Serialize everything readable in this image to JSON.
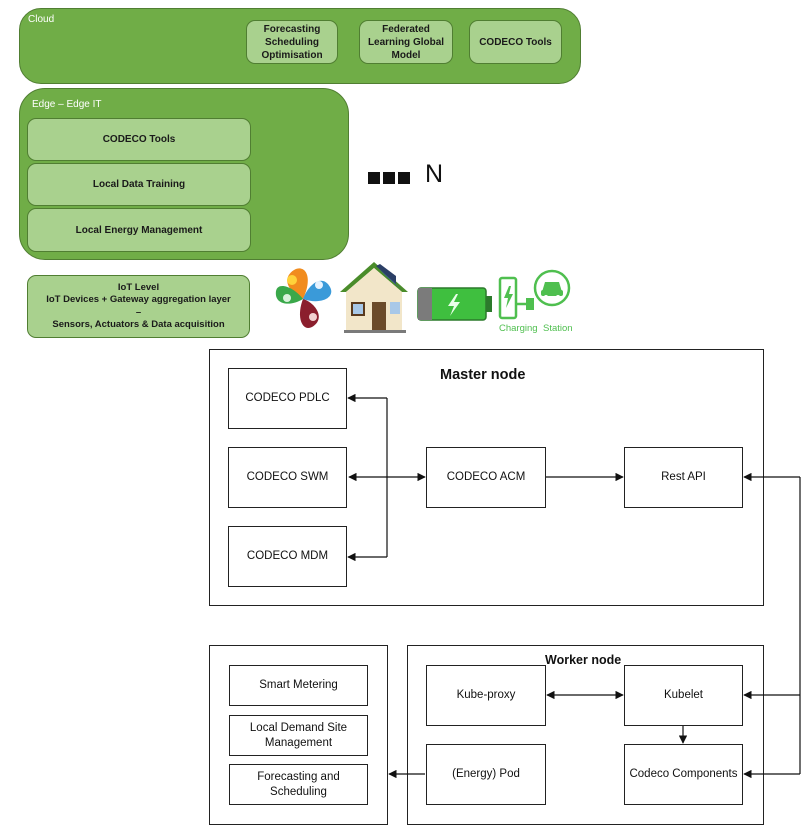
{
  "cloud": {
    "label": "Cloud",
    "boxes": [
      "Forecasting\nScheduling\nOptimisation",
      "Federated\nLearning Global\nModel",
      "CODECO Tools"
    ]
  },
  "edge": {
    "label": "Edge – Edge IT",
    "boxes": [
      "CODECO Tools",
      "Local Data Training",
      "Local Energy Management"
    ]
  },
  "ellipsis": {
    "text": "N"
  },
  "iot": {
    "line1": "IoT Level",
    "line2": "IoT Devices + Gateway aggregation layer",
    "line3": "–",
    "line4": "Sensors, Actuators & Data acquisition"
  },
  "icons": {
    "charging_label_1": "Charging",
    "charging_label_2": "Station"
  },
  "master": {
    "title": "Master node",
    "pdlc": "CODECO PDLC",
    "swm": "CODECO SWM",
    "mdm": "CODECO MDM",
    "acm": "CODECO ACM",
    "rest_api": "Rest API"
  },
  "worker": {
    "title": "Worker node",
    "kube_proxy": "Kube-proxy",
    "kubelet": "Kubelet",
    "energy_pod": "(Energy) Pod",
    "codeco_components": "Codeco Components"
  },
  "services": {
    "smart_metering": "Smart Metering",
    "ldsm": "Local Demand Site\nManagement",
    "forecasting": "Forecasting and\nScheduling"
  },
  "colors": {
    "panel_green": "#70ad47",
    "box_green": "#a9d18e",
    "border_green": "#507e32",
    "charging_green": "#4fbf4f"
  }
}
